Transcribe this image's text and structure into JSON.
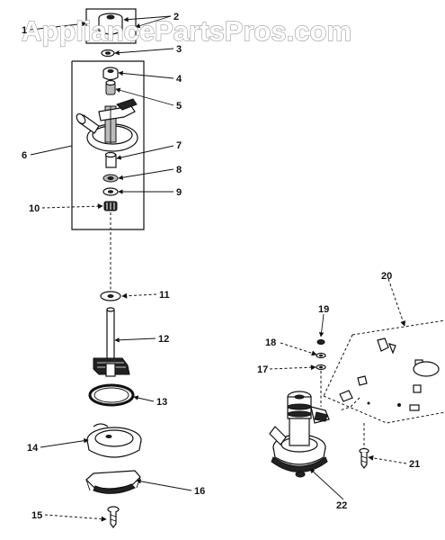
{
  "watermark": "AppliancePartsPros.com",
  "callouts": {
    "c1": "1",
    "c2": "2",
    "c3": "3",
    "c4": "4",
    "c5": "5",
    "c6": "6",
    "c7": "7",
    "c8": "8",
    "c9": "9",
    "c10": "10",
    "c11": "11",
    "c12": "12",
    "c13": "13",
    "c14": "14",
    "c15": "15",
    "c16": "16",
    "c17": "17",
    "c18": "18",
    "c19": "19",
    "c20": "20",
    "c21": "21",
    "c22": "22"
  }
}
